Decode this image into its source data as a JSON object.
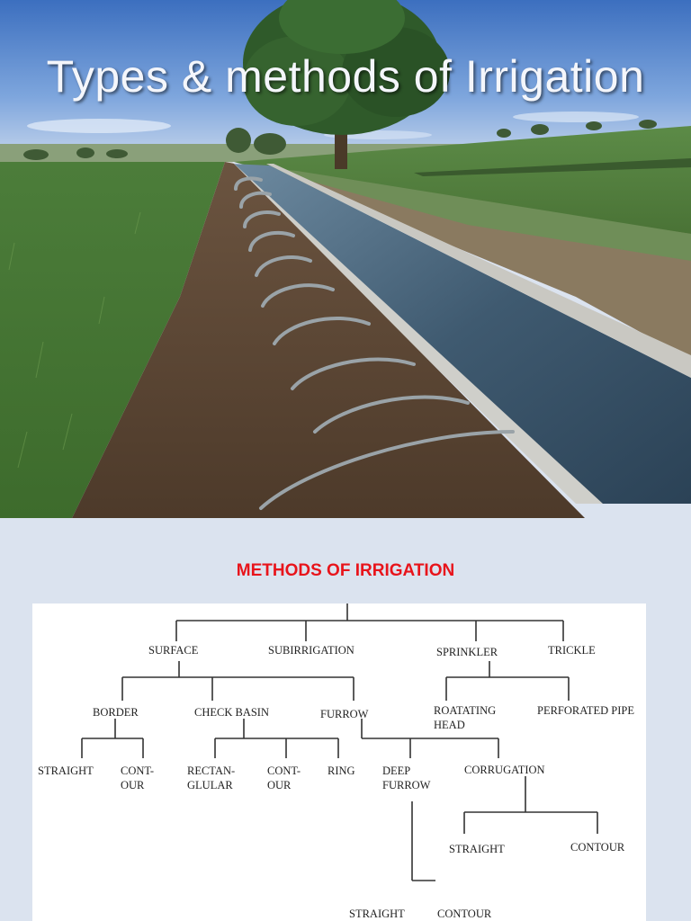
{
  "slide_title": "Types & methods of Irrigation",
  "heading": "METHODS OF IRRIGATION",
  "colors": {
    "heading": "#e8141b",
    "background": "#dbe3ef",
    "panel": "#ffffff"
  },
  "nodes": {
    "surface": "SURFACE",
    "subirrigation": "SUBIRRIGATION",
    "sprinkler": "SPRINKLER",
    "trickle": "TRICKLE",
    "border": "BORDER",
    "check_basin": "CHECK BASIN",
    "furrow": "FURROW",
    "rotating_head_1": "ROATATING",
    "rotating_head_2": "HEAD",
    "perforated_pipe": "PERFORATED PIPE",
    "border_straight": "STRAIGHT",
    "border_contour_1": "CONT-",
    "border_contour_2": "OUR",
    "rect_1": "RECTAN-",
    "rect_2": "GLULAR",
    "basin_contour_1": "CONT-",
    "basin_contour_2": "OUR",
    "ring": "RING",
    "deep_furrow_1": "DEEP",
    "deep_furrow_2": "FURROW",
    "corrugation": "CORRUGATION",
    "corr_straight": "STRAIGHT",
    "corr_contour": "CONTOUR",
    "deep_straight": "STRAIGHT",
    "deep_contour": "CONTOUR"
  }
}
